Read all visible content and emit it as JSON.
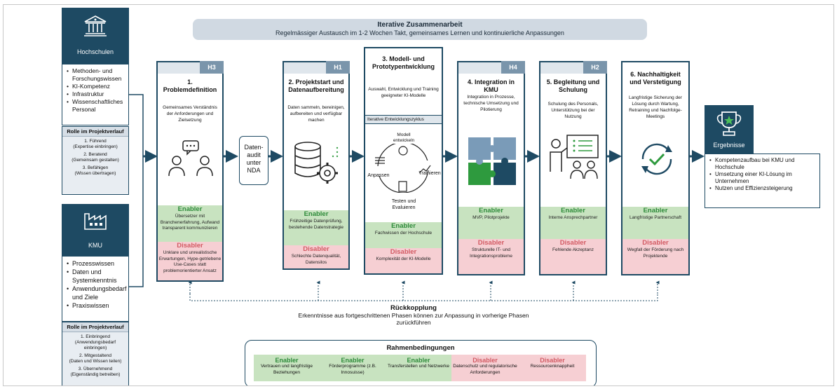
{
  "banner": {
    "title": "Iterative Zusammenarbeit",
    "subtitle": "Regelmässiger Austausch im 1-2 Wochen Takt, gemeinsames Lernen und kontinuierliche Anpassungen"
  },
  "hochschulen": {
    "label": "Hochschulen",
    "items": [
      "Methoden- und Forschungswissen",
      "KI-Kompetenz",
      "Infrastruktur",
      "Wissenschaftliches Personal"
    ],
    "role_title": "Rolle im Projektverlauf",
    "roles": [
      {
        "a": "1. Führend",
        "b": "(Expertise einbringen)"
      },
      {
        "a": "2. Beratend",
        "b": "(Gemeinsam gestalten)"
      },
      {
        "a": "3. Befähigen",
        "b": "(Wissen übertragen)"
      }
    ]
  },
  "kmu": {
    "label": "KMU",
    "items": [
      "Prozesswissen",
      "Daten und Systemkenntnis",
      "Anwendungsbedarf und Ziele",
      "Praxiswissen"
    ],
    "role_title": "Rolle im Projektverlauf",
    "roles": [
      {
        "a": "1. Einbringend",
        "b": "(Anwendungsbedarf einbringen)"
      },
      {
        "a": "2. Mitgestaltend",
        "b": "(Daten und Wissen teilen)"
      },
      {
        "a": "3. Übernehmend",
        "b": "(Eigenständig betreiben)"
      }
    ]
  },
  "daten_audit": "Daten-audit unter NDA",
  "phases": [
    {
      "tag": "H3",
      "title": "1. Problemdefinition",
      "desc": "Gemeinsames Verständnis der Anforderungen und Zielsetzung",
      "enabler": "Übersetzer mit Branchenerfahrung, Aufwand transparent kommunizieren",
      "disabler": "Unklare und unrealistische Erwartungen, Hype-getriebene Use-Cases statt problemorientierter Ansatz"
    },
    {
      "tag": "H1",
      "title": "2. Projektstart und Datenaufbereitung",
      "desc": "Daten sammeln, bereinigen, aufbereiten und verfügbar machen",
      "enabler": "Frühzeitige Datenprüfung, bestehende Datenstrategie",
      "disabler": "Schlechte Datenqualität, Datensilos"
    },
    {
      "tag": "",
      "title": "3. Modell- und Prototypentwicklung",
      "desc": "Auswahl, Entwicklung und Training geeigneter KI-Modelle",
      "cycle": "Iterative Entwicklungszyklus",
      "cycle_nodes": {
        "top": "Modell entwickeln",
        "right": "Trainieren",
        "bottom": "Testen und Evaluieren",
        "left": "Anpassen"
      },
      "enabler": "Fachwissen der Hochschule",
      "disabler": "Komplexität der KI-Modelle"
    },
    {
      "tag": "H4",
      "title": "4. Integration in KMU",
      "desc": "Integration in Prozesse, technische Umsetzung und Pilotierung",
      "enabler": "MVP, Pilotprojekte",
      "disabler": "Strukturelle IT- und Integrationsprobleme"
    },
    {
      "tag": "H2",
      "title": "5. Begleitung und Schulung",
      "desc": "Schulung des Personals, Unterstützung bei der Nutzung",
      "enabler": "Interne Ansprechpartner",
      "disabler": "Fehlende Akzeptanz"
    },
    {
      "tag": "",
      "title": "6. Nachhaltigkeit und Verstetigung",
      "desc": "Langfristige Sicherung der Lösung durch Wartung, Retraining und Nachfolge-Meetings",
      "enabler": "Langfristige Partnerschaft",
      "disabler": "Wegfall der Förderung nach Projektende"
    }
  ],
  "labels": {
    "enabler": "Enabler",
    "disabler": "Disabler"
  },
  "ergebnisse": {
    "label": "Ergebnisse",
    "items": [
      "Kompetenzaufbau bei KMU und Hochschule",
      "Umsetzung einer KI-Lösung im Unternehmen",
      "Nutzen und Effizienzsteigerung"
    ]
  },
  "feedback": {
    "title": "Rückkopplung",
    "text": "Erkenntnisse aus fortgeschrittenen Phasen können zur Anpassung in vorherige Phasen zurückführen"
  },
  "rahmen": {
    "title": "Rahmenbedingungen",
    "cells": [
      {
        "kind": "Enabler",
        "text": "Vertrauen und langfristige Beziehungen"
      },
      {
        "kind": "Enabler",
        "text": "Förderprogramme (z.B. Innosuisse)"
      },
      {
        "kind": "Enabler",
        "text": "Transferstellen und Netzwerke"
      },
      {
        "kind": "Disabler",
        "text": "Datenschutz und regulatorische Anforderungen"
      },
      {
        "kind": "Disabler",
        "text": "Ressourcenknappheit"
      }
    ]
  },
  "colors": {
    "navy": "#1e4a63",
    "enabler_bg": "#c8e3c0",
    "disabler_bg": "#f6cfd3",
    "enabler_text": "#2e8b3a",
    "disabler_text": "#d25a63"
  }
}
